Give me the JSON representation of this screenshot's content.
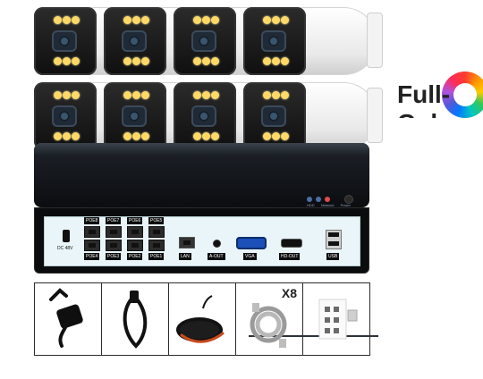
{
  "brand": {
    "text": "Full-Colo"
  },
  "cameras": {
    "count": 8,
    "led_color": "#ffd866"
  },
  "nvr": {
    "front": {
      "status_labels": [
        "HDD",
        "Network",
        "Power"
      ]
    },
    "rear": {
      "poe_ports_top": [
        "POE8",
        "POE7",
        "POE6",
        "POE5"
      ],
      "poe_ports_bottom": [
        "POE4",
        "POE3",
        "POE2",
        "POE1"
      ],
      "dc_label": "DC 48V",
      "lan_label": "LAN",
      "aout_label": "A-OUT",
      "vga_label": "VGA",
      "hdmi_label": "HD-OUT",
      "usb_label": "USB"
    }
  },
  "accessories": {
    "items": [
      {
        "name": "power-adapter"
      },
      {
        "name": "power-cord"
      },
      {
        "name": "mouse"
      },
      {
        "name": "ethernet-cable",
        "quantity_label": "X8"
      },
      {
        "name": "screws-pack"
      }
    ]
  }
}
